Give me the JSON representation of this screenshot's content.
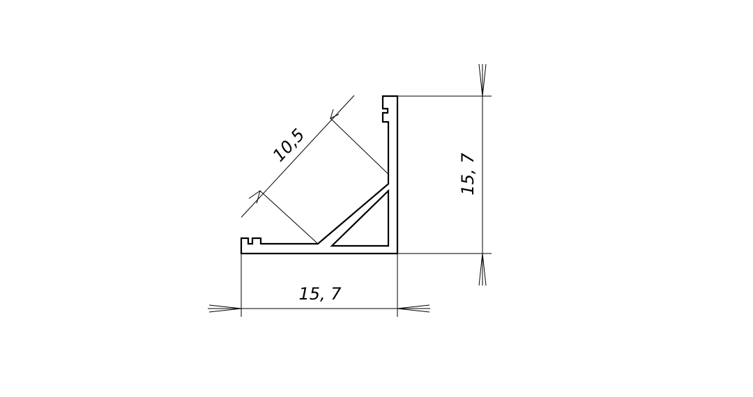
{
  "dimensions": {
    "width_label": "15, 7",
    "height_label": "15, 7",
    "diagonal_label": "10,5"
  }
}
